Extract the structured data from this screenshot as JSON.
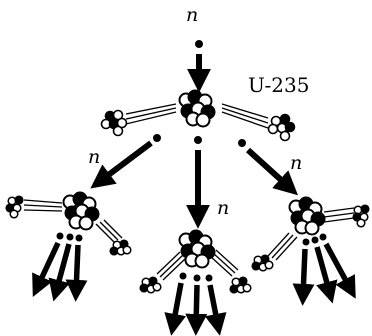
{
  "labels": {
    "neutron": "n",
    "nucleus": "U-235"
  },
  "colors": {
    "ink": "#000000",
    "paper": "#ffffff"
  },
  "icons": [
    "neutron-particle",
    "uranium-nucleus",
    "fission-fragment",
    "arrow"
  ]
}
